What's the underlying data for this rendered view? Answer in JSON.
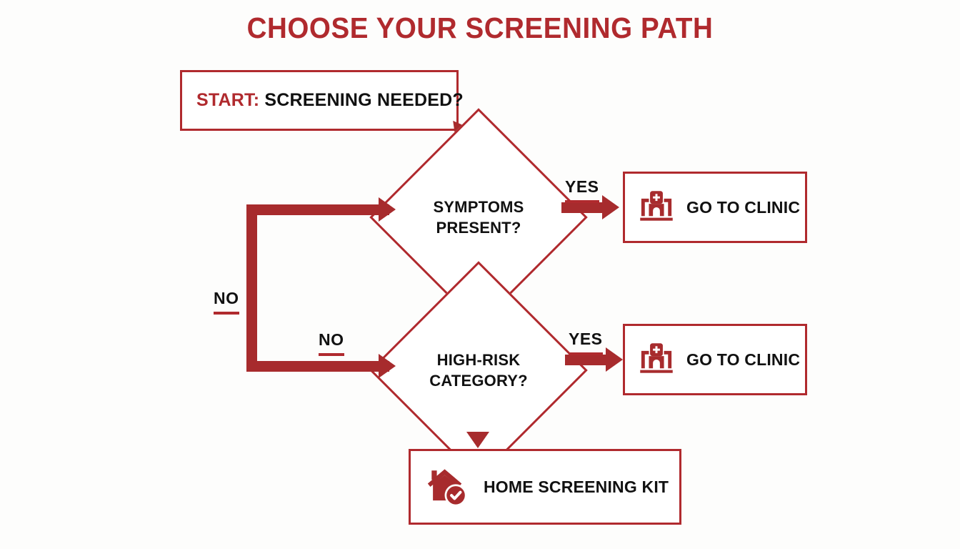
{
  "page": {
    "title": "CHOOSE YOUR SCREENING PATH",
    "background_color": "#fdfdfc",
    "accent_color": "#b02a2e",
    "arrow_color": "#a72b2d",
    "text_color": "#111111"
  },
  "nodes": {
    "start": {
      "keyword": "START:",
      "label": "SCREENING NEEDED?",
      "shape": "rectangle"
    },
    "decision_symptoms": {
      "line1": "SYMPTOMS",
      "line2": "PRESENT?",
      "shape": "diamond"
    },
    "decision_high_risk": {
      "line1": "HIGH-RISK",
      "line2": "CATEGORY?",
      "shape": "diamond"
    },
    "clinic_top": {
      "label": "GO TO CLINIC",
      "icon": "hospital-icon",
      "shape": "rectangle"
    },
    "clinic_bottom": {
      "label": "GO TO CLINIC",
      "icon": "hospital-icon",
      "shape": "rectangle"
    },
    "home_kit": {
      "label": "HOME SCREENING KIT",
      "icon": "home-check-icon",
      "shape": "rectangle"
    }
  },
  "edges": {
    "symptoms_yes": "YES",
    "symptoms_no": "NO",
    "high_risk_yes": "YES",
    "high_risk_no": "NO"
  },
  "chart_data": {
    "type": "diagram",
    "title": "CHOOSE YOUR SCREENING PATH",
    "diagram_kind": "flowchart",
    "orientation": "top-down",
    "nodes": [
      {
        "id": "start",
        "type": "terminator",
        "text": "START: SCREENING NEEDED?"
      },
      {
        "id": "symptoms",
        "type": "decision",
        "text": "SYMPTOMS PRESENT?"
      },
      {
        "id": "high_risk",
        "type": "decision",
        "text": "HIGH-RISK CATEGORY?"
      },
      {
        "id": "clinic_1",
        "type": "process",
        "text": "GO TO CLINIC"
      },
      {
        "id": "clinic_2",
        "type": "process",
        "text": "GO TO CLINIC"
      },
      {
        "id": "home_kit",
        "type": "process",
        "text": "HOME SCREENING KIT"
      }
    ],
    "edges": [
      {
        "from": "start",
        "to": "symptoms",
        "label": ""
      },
      {
        "from": "symptoms",
        "to": "clinic_1",
        "label": "YES"
      },
      {
        "from": "symptoms",
        "to": "high_risk",
        "label": "NO"
      },
      {
        "from": "high_risk",
        "to": "clinic_2",
        "label": "YES"
      },
      {
        "from": "high_risk",
        "to": "home_kit",
        "label": "NO"
      }
    ]
  }
}
